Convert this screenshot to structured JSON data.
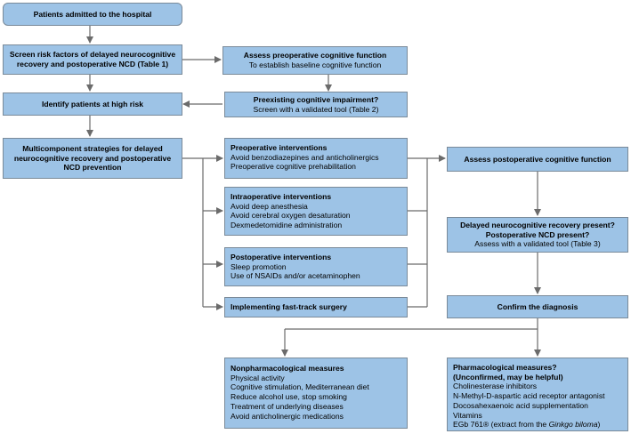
{
  "colors": {
    "box_fill": "#9dc3e6",
    "box_border": "#7a8a99",
    "arrow": "#6b6b6b"
  },
  "boxes": {
    "admitted": {
      "lines": [
        "Patients admitted to the hospital"
      ]
    },
    "screen": {
      "lines": [
        "Screen risk factors of delayed neurocognitive",
        "recovery and postoperative NCD (Table 1)"
      ]
    },
    "assess_pre": {
      "title": "Assess preoperative cognitive function",
      "lines": [
        "To establish baseline cognitive function"
      ]
    },
    "high_risk": {
      "lines": [
        "Identify patients at high risk"
      ]
    },
    "preexisting": {
      "title": "Preexisting cognitive impairment?",
      "lines": [
        "Screen with a validated tool (Table 2)"
      ]
    },
    "multi": {
      "lines": [
        "Multicomponent strategies for delayed",
        "neurocognitive recovery and postoperative",
        "NCD prevention"
      ]
    },
    "preop": {
      "title": "Preoperative interventions",
      "lines": [
        "Avoid benzodiazepines and anticholinergics",
        "Preoperative cognitive prehabilitation"
      ]
    },
    "intraop": {
      "title": "Intraoperative interventions",
      "lines": [
        "Avoid deep anesthesia",
        "Avoid cerebral oxygen desaturation",
        "Dexmedetomidine administration"
      ]
    },
    "postop": {
      "title": "Postoperative interventions",
      "lines": [
        "Sleep promotion",
        "Use of NSAIDs and/or acetaminophen"
      ]
    },
    "fasttrack": {
      "lines": [
        "Implementing fast-track surgery"
      ]
    },
    "assess_post": {
      "lines": [
        "Assess postoperative cognitive function"
      ]
    },
    "delayed": {
      "title_lines": [
        "Delayed neurocognitive recovery present?",
        "Postoperative NCD present?"
      ],
      "lines": [
        "Assess with a validated tool (Table 3)"
      ]
    },
    "confirm": {
      "lines": [
        "Confirm the diagnosis"
      ]
    },
    "nonpharm": {
      "title": "Nonpharmacological measures",
      "lines": [
        "Physical activity",
        "Cognitive stimulation, Mediterranean diet",
        "Reduce alcohol use, stop smoking",
        "Treatment of underlying diseases",
        "Avoid anticholinergic medications"
      ]
    },
    "pharm": {
      "title_lines": [
        "Pharmacological measures?",
        "(Unconfirmed, may be helpful)"
      ],
      "lines": [
        "Cholinesterase inhibitors",
        "N-Methyl-D-aspartic acid receptor antagonist",
        "Docosahexaenoic acid supplementation",
        "Vitamins"
      ],
      "egb_prefix": "EGb 761® (extract from the ",
      "egb_italic": "Ginkgo biloma",
      "egb_suffix": ")"
    }
  }
}
